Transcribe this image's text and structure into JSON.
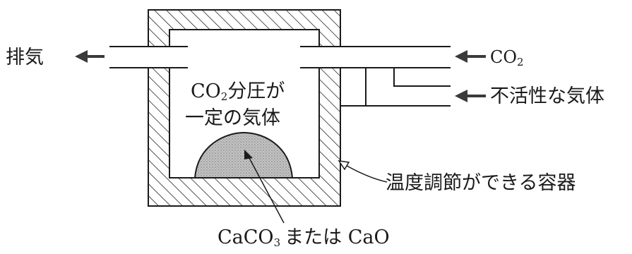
{
  "labels": {
    "exhaust": "排気",
    "co2_in": "CO",
    "co2_in_sub": "2",
    "inert_gas": "不活性な気体",
    "inner_line1_pre": "CO",
    "inner_line1_sub": "2",
    "inner_line1_post": "分圧が",
    "inner_line2": "一定の気体",
    "container": "温度調節ができる容器",
    "sample_pre": "CaCO",
    "sample_sub": "3",
    "sample_post": "または CaO"
  },
  "colors": {
    "line": "#1a1a1a",
    "sample_fill": "#b9b9b9",
    "arrow": "#3a3a3a"
  },
  "icons": {
    "exhaust_arrow": "left-arrow",
    "co2_arrow": "left-arrow",
    "inert_arrow": "left-arrow"
  }
}
